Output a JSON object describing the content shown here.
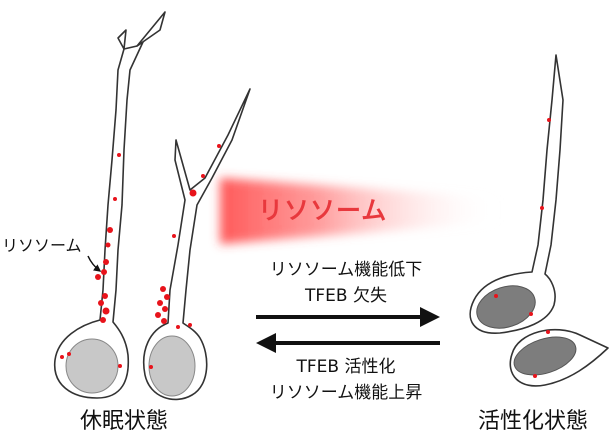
{
  "labels": {
    "lysosome_pointer": "リソソーム",
    "lysosome_hero": "リソソーム",
    "top_line1": "リソソーム機能低下",
    "top_line2": "TFEB 欠失",
    "bottom_line1": "TFEB 活性化",
    "bottom_line2": "リソソーム機能上昇",
    "state_resting": "休眠状態",
    "state_active": "活性化状態"
  },
  "colors": {
    "lysosome": "#e8131b",
    "nucleus_resting": "#c8c8c8",
    "nucleus_active": "#7d7d7d",
    "outline": "#333333",
    "hero_text": "#e8383d"
  }
}
